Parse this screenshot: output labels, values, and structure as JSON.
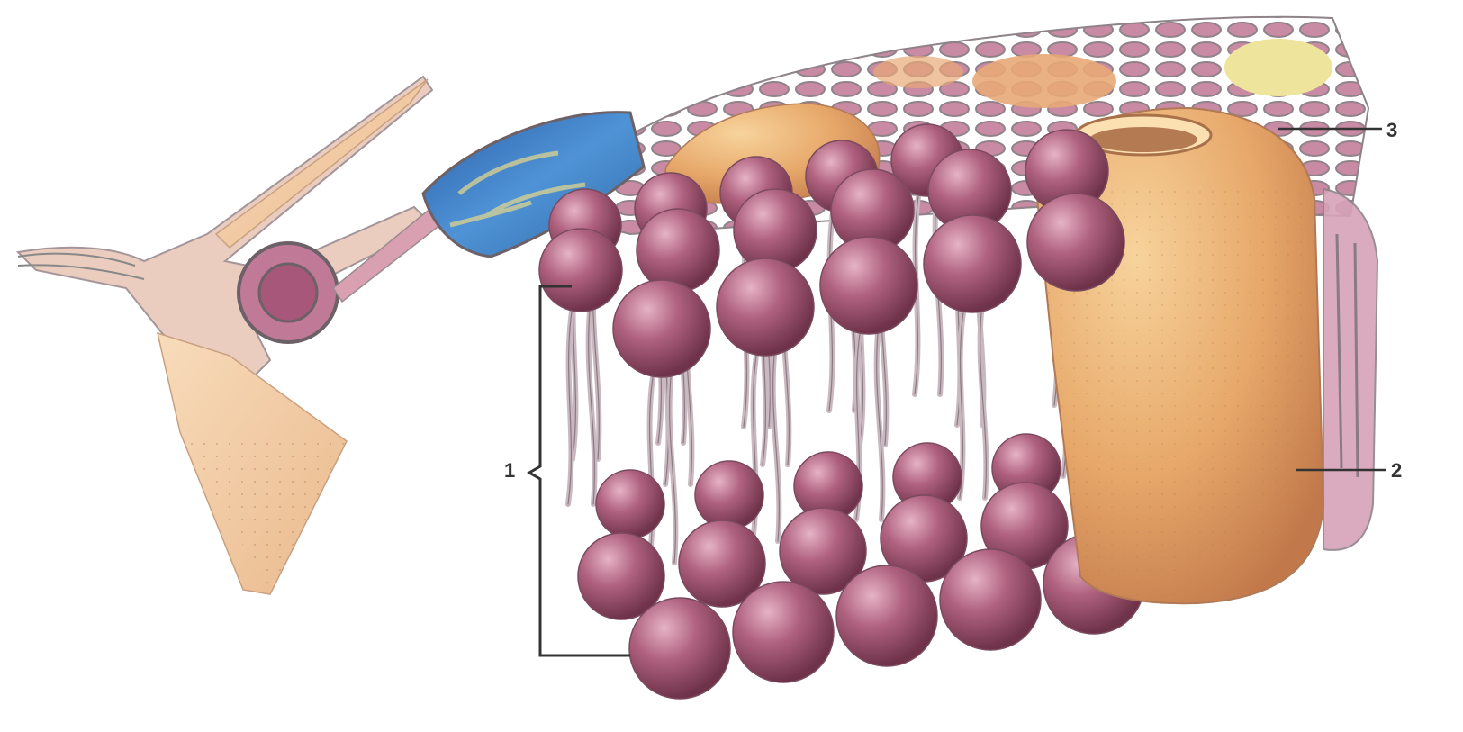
{
  "labels": {
    "label_1": "1",
    "label_2": "2",
    "label_3": "3"
  },
  "colors": {
    "phospholipid_head": "#b0627f",
    "phospholipid_head_light": "#d99ab2",
    "phospholipid_head_dark": "#7a3b55",
    "tail": "#c9b8bf",
    "tail_stroke": "#8a7a82",
    "protein": "#e7a86a",
    "protein_light": "#f4c98f",
    "protein_dark": "#c77f48",
    "glycolipid_blue": "#3f7fc4",
    "glycolipid_yellow": "#e7d58a",
    "carbohydrate": "#f3cfa8",
    "lattice": "#8f8288"
  },
  "icons": [
    "phospholipid-head-icon",
    "transmembrane-protein-icon",
    "glycocalyx-chain-icon"
  ]
}
